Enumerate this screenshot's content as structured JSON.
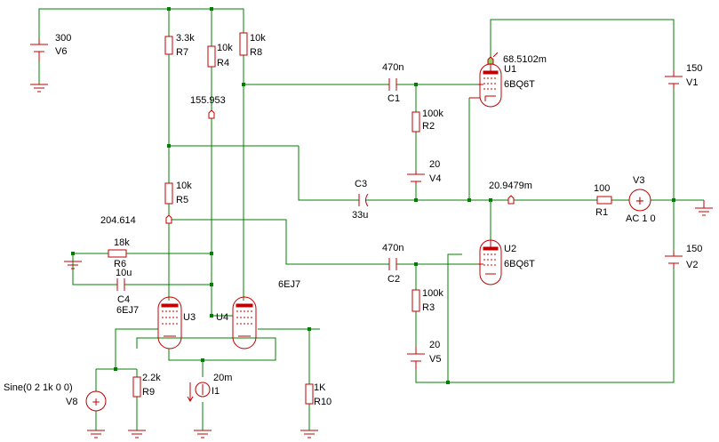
{
  "power": {
    "v6": {
      "value": "300",
      "ref": "V6"
    },
    "v1": {
      "value": "150",
      "ref": "V1"
    },
    "v2": {
      "value": "150",
      "ref": "V2"
    },
    "v4": {
      "value": "20",
      "ref": "V4"
    },
    "v5": {
      "value": "20",
      "ref": "V5"
    },
    "v3": {
      "value": "AC 1 0",
      "ref": "V3"
    },
    "v8": {
      "value": "Sine(0 2 1k 0 0)",
      "ref": "V8"
    },
    "i1": {
      "value": "20m",
      "ref": "I1"
    }
  },
  "resistors": {
    "r7": {
      "value": "3.3k",
      "ref": "R7"
    },
    "r4": {
      "value": "10k",
      "ref": "R4"
    },
    "r8": {
      "value": "10k",
      "ref": "R8"
    },
    "r5": {
      "value": "10k",
      "ref": "R5"
    },
    "r6": {
      "value": "18k",
      "ref": "R6"
    },
    "r2": {
      "value": "100k",
      "ref": "R2"
    },
    "r3": {
      "value": "100k",
      "ref": "R3"
    },
    "r1": {
      "value": "100",
      "ref": "R1"
    },
    "r9": {
      "value": "2.2k",
      "ref": "R9"
    },
    "r10": {
      "value": "1K",
      "ref": "R10"
    }
  },
  "capacitors": {
    "c1": {
      "value": "470n",
      "ref": "C1"
    },
    "c2": {
      "value": "470n",
      "ref": "C2"
    },
    "c3": {
      "value": "33u",
      "ref": "C3"
    },
    "c4": {
      "value": "10u",
      "ref": "C4"
    }
  },
  "tubes": {
    "u1": {
      "ref": "U1",
      "type": "6BQ6T"
    },
    "u2": {
      "ref": "U2",
      "type": "6BQ6T"
    },
    "u3": {
      "ref": "U3",
      "type": "6EJ7"
    },
    "u4": {
      "ref": "U4",
      "type": "6EJ7"
    }
  },
  "probes": {
    "p1": "68.5102m",
    "p2": "155.953",
    "p3": "204.614",
    "p4": "20.9479m"
  },
  "colors": {
    "wire": "#008000",
    "component": "#c00000",
    "text": "#000000"
  }
}
